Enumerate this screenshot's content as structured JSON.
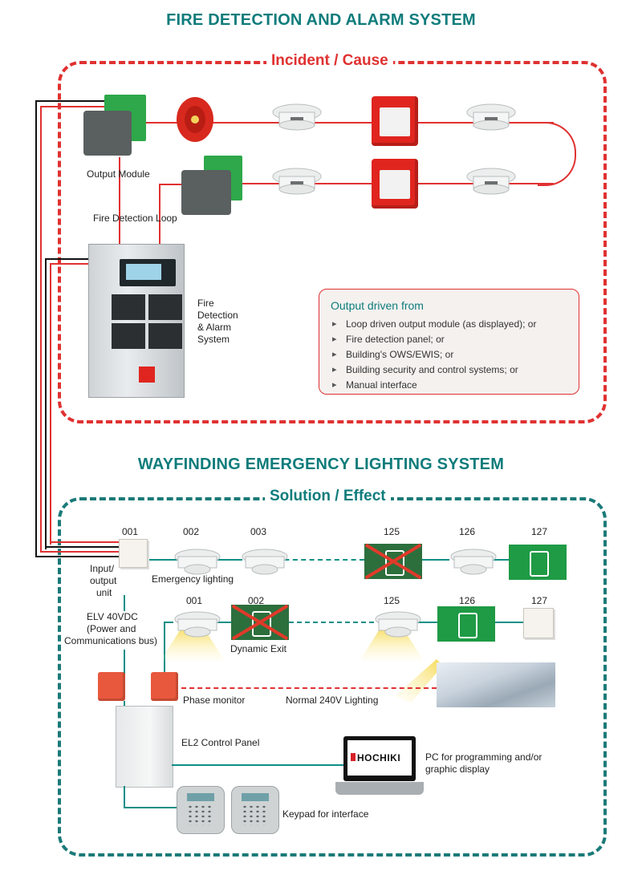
{
  "titles": {
    "top": "FIRE DETECTION AND ALARM SYSTEM",
    "middle": "WAYFINDING EMERGENCY LIGHTING SYSTEM"
  },
  "sections": {
    "cause": "Incident / Cause",
    "effect": "Solution / Effect"
  },
  "fire_labels": {
    "output_module": "Output Module",
    "loop": "Fire Detection Loop",
    "panel_line1": "Fire",
    "panel_line2": "Detection",
    "panel_line3": "& Alarm",
    "panel_line4": "System"
  },
  "info_box": {
    "title": "Output driven from",
    "items": [
      "Loop driven output module (as displayed); or",
      "Fire detection panel; or",
      "Building's OWS/EWIS; or",
      "Building security and control systems; or",
      "Manual interface"
    ]
  },
  "row1_numbers": [
    "001",
    "002",
    "003",
    "125",
    "126",
    "127"
  ],
  "row2_numbers": [
    "001",
    "002",
    "125",
    "126",
    "127"
  ],
  "effect_labels": {
    "io_line1": "Input/",
    "io_line2": "output",
    "io_line3": "unit",
    "emergency_lighting": "Emergency lighting",
    "elv_line1": "ELV 40VDC",
    "elv_line2": "(Power and",
    "elv_line3": "Communications bus)",
    "dynamic_exit": "Dynamic Exit",
    "phase_monitor": "Phase monitor",
    "normal_lighting": "Normal 240V Lighting",
    "el2_panel": "EL2 Control Panel",
    "pc_line1": "PC for programming and/or",
    "pc_line2": "graphic display",
    "keypad": "Keypad for interface",
    "brand": "HOCHIKI"
  },
  "colors": {
    "teal": "#0e7c7b",
    "red": "#e03131",
    "exit_green": "#1f9a45"
  }
}
